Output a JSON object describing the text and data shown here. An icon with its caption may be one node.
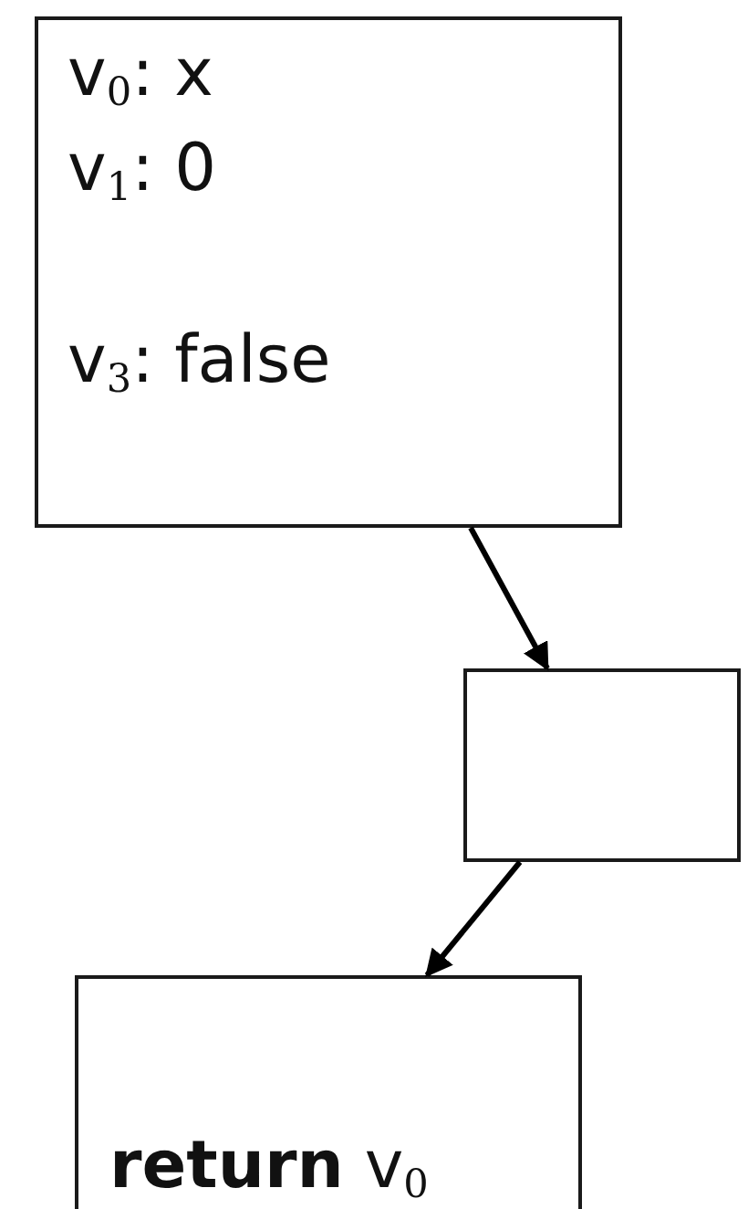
{
  "diagram": {
    "nodes": [
      {
        "text": [
          "v$_{0}$: x",
          "v$_{1}$: 0",
          "v$_{3}$: false"
        ]
      },
      {
        "text": [],
        "shape": "box"
      },
      {
        "text": [
          "**return** v$_{0}$"
        ]
      }
    ],
    "edges": [
      {
        "from": 0,
        "to": 1,
        "arrow": "to"
      },
      {
        "from": 1,
        "to": 2,
        "arrow": "to"
      }
    ]
  }
}
